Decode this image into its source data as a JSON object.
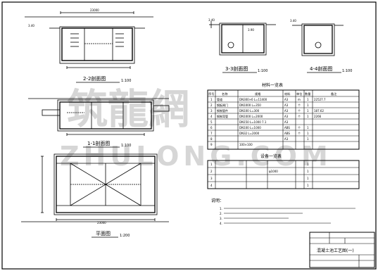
{
  "drawing": {
    "section_2_2": "2-2剖面图",
    "section_2_2_scale": "1:100",
    "section_3_3": "3-3剖面图",
    "section_3_3_scale": "1:100",
    "section_4_4": "4-4剖面图",
    "section_4_4_scale": "1:100",
    "section_1_1": "1-1剖面图",
    "section_1_1_scale": "1:100",
    "plan_view": "平面图",
    "plan_view_scale": "1:200",
    "dim_top": "23000",
    "dim_plan_bottom": "23000",
    "elev_top_left": "3.40",
    "elev_33_a": "3.40",
    "elev_33_b": "3.90",
    "elev_44": "3.40"
  },
  "material_table": {
    "title": "材料一览表",
    "headers": [
      "序号",
      "名称",
      "规格",
      "材料",
      "单位",
      "数量",
      "备注"
    ],
    "rows": [
      [
        "1",
        "管道",
        "DN300×6 L=11400",
        "A3",
        "m",
        "1",
        "22527.7"
      ],
      [
        "2",
        "钢板闸门",
        "DN1000 L=350",
        "A3",
        "个",
        "1",
        ""
      ],
      [
        "3",
        "钢制管件",
        "DN100 L=300",
        "A3",
        "个",
        "1",
        "187.62"
      ],
      [
        "4",
        "钢制弯管",
        "DN1000 L=2000",
        "A3",
        "个",
        "1",
        "2266"
      ],
      [
        "5",
        "",
        "DN150 L=1000 7.1",
        "A3",
        "",
        "",
        ""
      ],
      [
        "6",
        "",
        "DN100 L=1000",
        "ABS",
        "个",
        "1",
        ""
      ],
      [
        "7",
        "",
        "DN32 L=2000",
        "ABS",
        "个",
        "1",
        ""
      ],
      [
        "8",
        "",
        "",
        "A3",
        "",
        "1",
        ""
      ],
      [
        "9",
        "",
        "100×100",
        "",
        "",
        "",
        ""
      ]
    ]
  },
  "equipment_table": {
    "title": "设备一览表",
    "rows": [
      [
        "1",
        "",
        "",
        "",
        "",
        "1",
        ""
      ],
      [
        "2",
        "",
        "",
        "φ1000",
        "",
        "1",
        ""
      ],
      [
        "3",
        "",
        "",
        "",
        "",
        "1",
        ""
      ],
      [
        "4",
        "",
        "",
        "",
        "",
        "1",
        ""
      ]
    ]
  },
  "notes": {
    "title": "说明：",
    "items": [
      "1.",
      "2.",
      "3.",
      "4."
    ]
  },
  "title_block": {
    "drawing_name": "混凝土池工艺图(一)"
  },
  "watermark": {
    "cn": "筑龍網",
    "en": "ZHULONG.COM"
  }
}
